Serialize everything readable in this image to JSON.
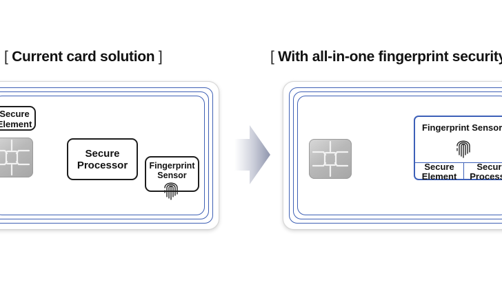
{
  "left_panel": {
    "heading_open": "[",
    "heading": "Current card solution",
    "heading_close": "]",
    "secure_element": {
      "line1": "Secure",
      "line2": "Element"
    },
    "secure_processor": {
      "line1": "Secure",
      "line2": "Processor"
    },
    "fingerprint_sensor": {
      "line1": "Fingerprint",
      "line2": "Sensor"
    }
  },
  "right_panel": {
    "heading_open": "[",
    "heading": "With all-in-one fingerprint security IC",
    "fingerprint_sensor": "Fingerprint Sensor",
    "secure_element": {
      "line1": "Secure",
      "line2": "Element"
    },
    "secure_processor": {
      "line1": "Secure",
      "line2": "Processor"
    }
  },
  "colors": {
    "card_ring": "#3d5fb4",
    "arrow": "#9aa0b8",
    "box_border": "#1c1c1c"
  },
  "icons": [
    "ic-chip-icon",
    "fingerprint-icon",
    "right-arrow-icon"
  ]
}
